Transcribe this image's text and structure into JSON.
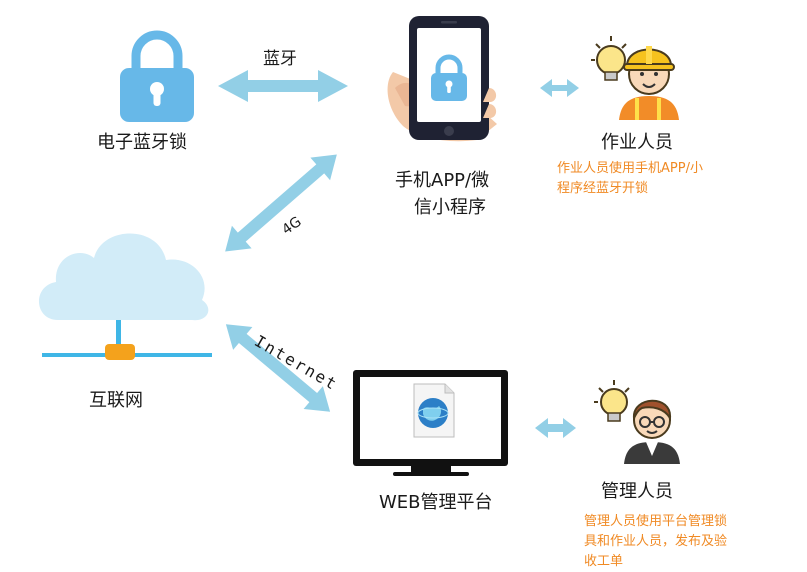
{
  "nodes": {
    "lock": {
      "label": "电子蓝牙锁"
    },
    "phone": {
      "label_line1": "手机APP/微",
      "label_line2": "信小程序"
    },
    "worker": {
      "label": "作业人员",
      "desc_line1": "作业人员使用手机APP/小",
      "desc_line2": "程序经蓝牙开锁"
    },
    "internet": {
      "label": "互联网"
    },
    "web": {
      "label": "WEB管理平台"
    },
    "manager": {
      "label": "管理人员",
      "desc_line1": "管理人员使用平台管理锁",
      "desc_line2": "具和作业人员，发布及验",
      "desc_line3": "收工单"
    }
  },
  "links": {
    "bluetooth": "蓝牙",
    "g4": "4G",
    "internet": "Internet"
  },
  "colors": {
    "arrow": "#92cfe6",
    "icon_blue": "#67b8e8",
    "cloud": "#d2ecf8",
    "orange_text": "#f08a24",
    "net_line": "#3fb6e6",
    "net_node": "#f4a21c"
  },
  "icons": [
    "padlock-icon",
    "smartphone-icon",
    "cloud-icon",
    "monitor-icon",
    "worker-avatar-icon",
    "manager-avatar-icon",
    "lightbulb-icon"
  ]
}
